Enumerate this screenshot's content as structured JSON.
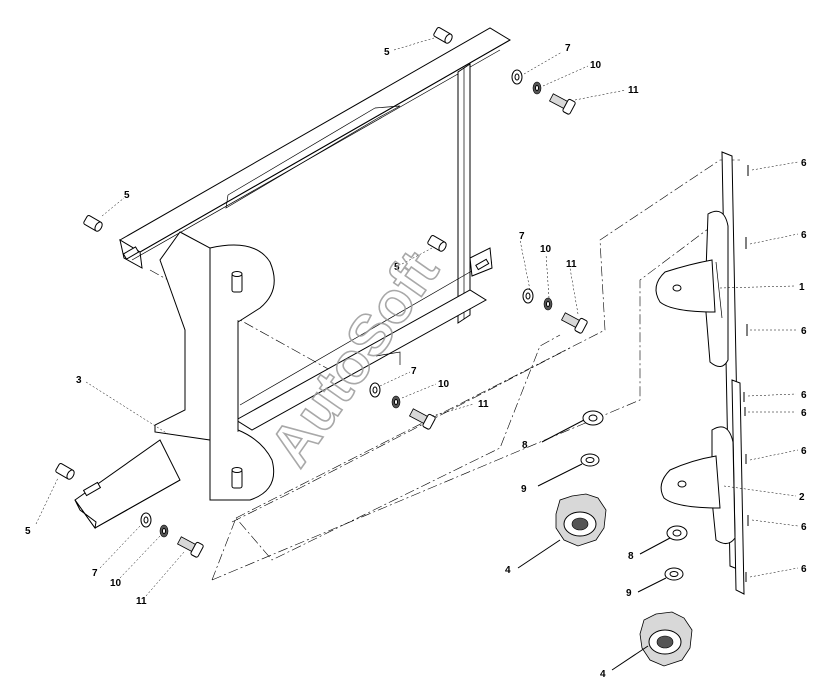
{
  "watermark": "AutoSoft",
  "callouts": [
    {
      "id": "c5a",
      "text": "5"
    },
    {
      "id": "c7a",
      "text": "7"
    },
    {
      "id": "c10a",
      "text": "10"
    },
    {
      "id": "c11a",
      "text": "11"
    },
    {
      "id": "c5b",
      "text": "5"
    },
    {
      "id": "c5c",
      "text": "5"
    },
    {
      "id": "c7b",
      "text": "7"
    },
    {
      "id": "c10b",
      "text": "10"
    },
    {
      "id": "c11b",
      "text": "11"
    },
    {
      "id": "c3",
      "text": "3"
    },
    {
      "id": "c7c",
      "text": "7"
    },
    {
      "id": "c10c",
      "text": "10"
    },
    {
      "id": "c11c",
      "text": "11"
    },
    {
      "id": "c5d",
      "text": "5"
    },
    {
      "id": "c7d",
      "text": "7"
    },
    {
      "id": "c10d",
      "text": "10"
    },
    {
      "id": "c11d",
      "text": "11"
    },
    {
      "id": "c8a",
      "text": "8"
    },
    {
      "id": "c9a",
      "text": "9"
    },
    {
      "id": "c4a",
      "text": "4"
    },
    {
      "id": "c8b",
      "text": "8"
    },
    {
      "id": "c9b",
      "text": "9"
    },
    {
      "id": "c4b",
      "text": "4"
    },
    {
      "id": "c6a",
      "text": "6"
    },
    {
      "id": "c6b",
      "text": "6"
    },
    {
      "id": "c1",
      "text": "1"
    },
    {
      "id": "c6c",
      "text": "6"
    },
    {
      "id": "c6d",
      "text": "6"
    },
    {
      "id": "c6e",
      "text": "6"
    },
    {
      "id": "c6f",
      "text": "6"
    },
    {
      "id": "c2",
      "text": "2"
    },
    {
      "id": "c6g",
      "text": "6"
    },
    {
      "id": "c6h",
      "text": "6"
    }
  ]
}
